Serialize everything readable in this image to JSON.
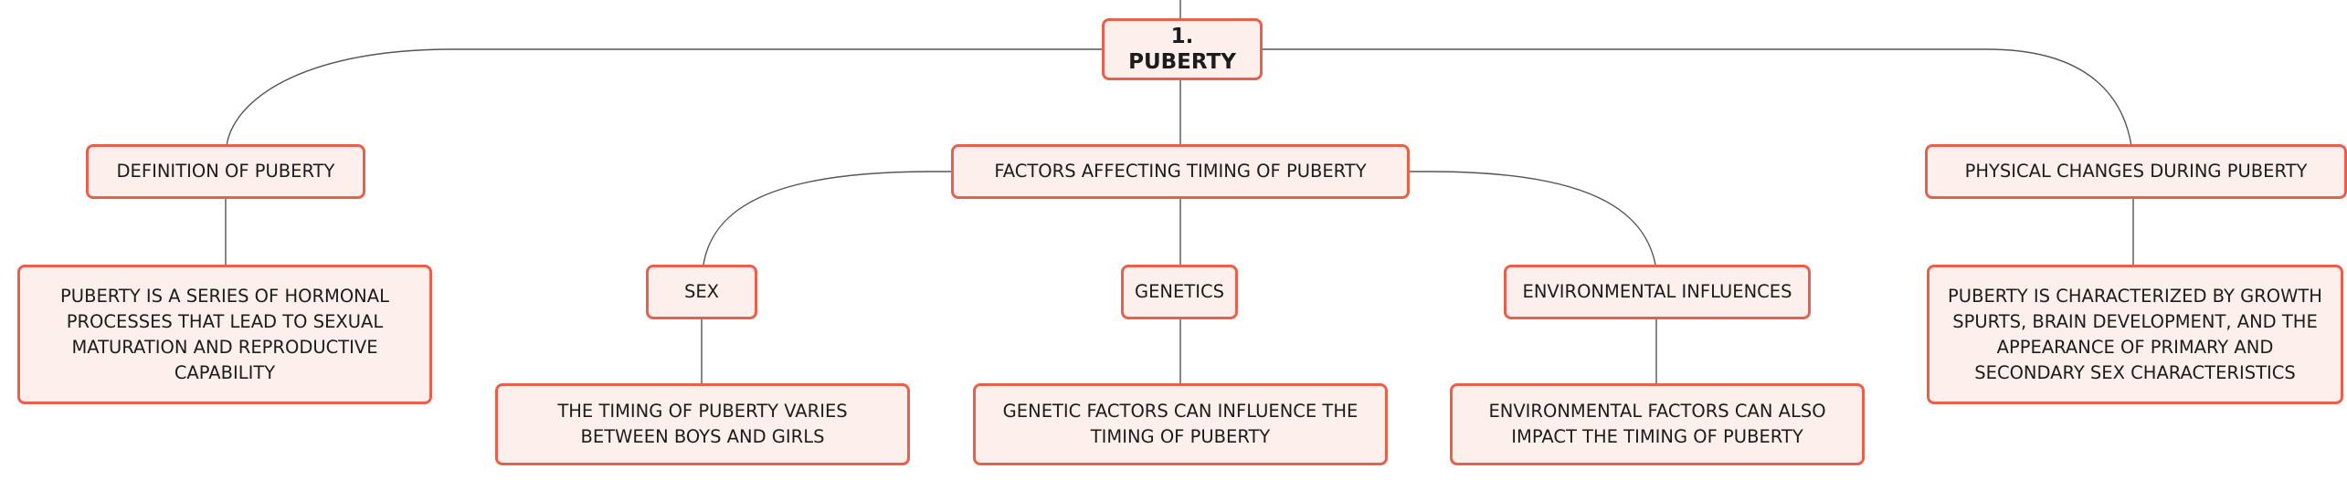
{
  "diagram": {
    "root": {
      "label": "1. PUBERTY"
    },
    "branches": {
      "definition": {
        "label": "DEFINITION OF PUBERTY",
        "detail": "PUBERTY IS A SERIES OF HORMONAL PROCESSES THAT LEAD TO SEXUAL MATURATION AND REPRODUCTIVE CAPABILITY"
      },
      "factors": {
        "label": "FACTORS AFFECTING TIMING OF PUBERTY",
        "sex": {
          "label": "SEX",
          "detail": "THE TIMING OF PUBERTY VARIES BETWEEN BOYS AND GIRLS"
        },
        "genetics": {
          "label": "GENETICS",
          "detail": "GENETIC FACTORS CAN INFLUENCE THE TIMING OF PUBERTY"
        },
        "environment": {
          "label": "ENVIRONMENTAL INFLUENCES",
          "detail": "ENVIRONMENTAL FACTORS CAN ALSO IMPACT THE TIMING OF PUBERTY"
        }
      },
      "physical": {
        "label": "PHYSICAL CHANGES DURING PUBERTY",
        "detail": "PUBERTY IS CHARACTERIZED BY GROWTH SPURTS, BRAIN DEVELOPMENT, AND THE APPEARANCE OF PRIMARY AND SECONDARY SEX CHARACTERISTICS"
      }
    }
  },
  "colors": {
    "node_border": "#e8604b",
    "node_fill": "#fdf0ec",
    "connector": "#555555",
    "text": "#1c1c1c"
  }
}
